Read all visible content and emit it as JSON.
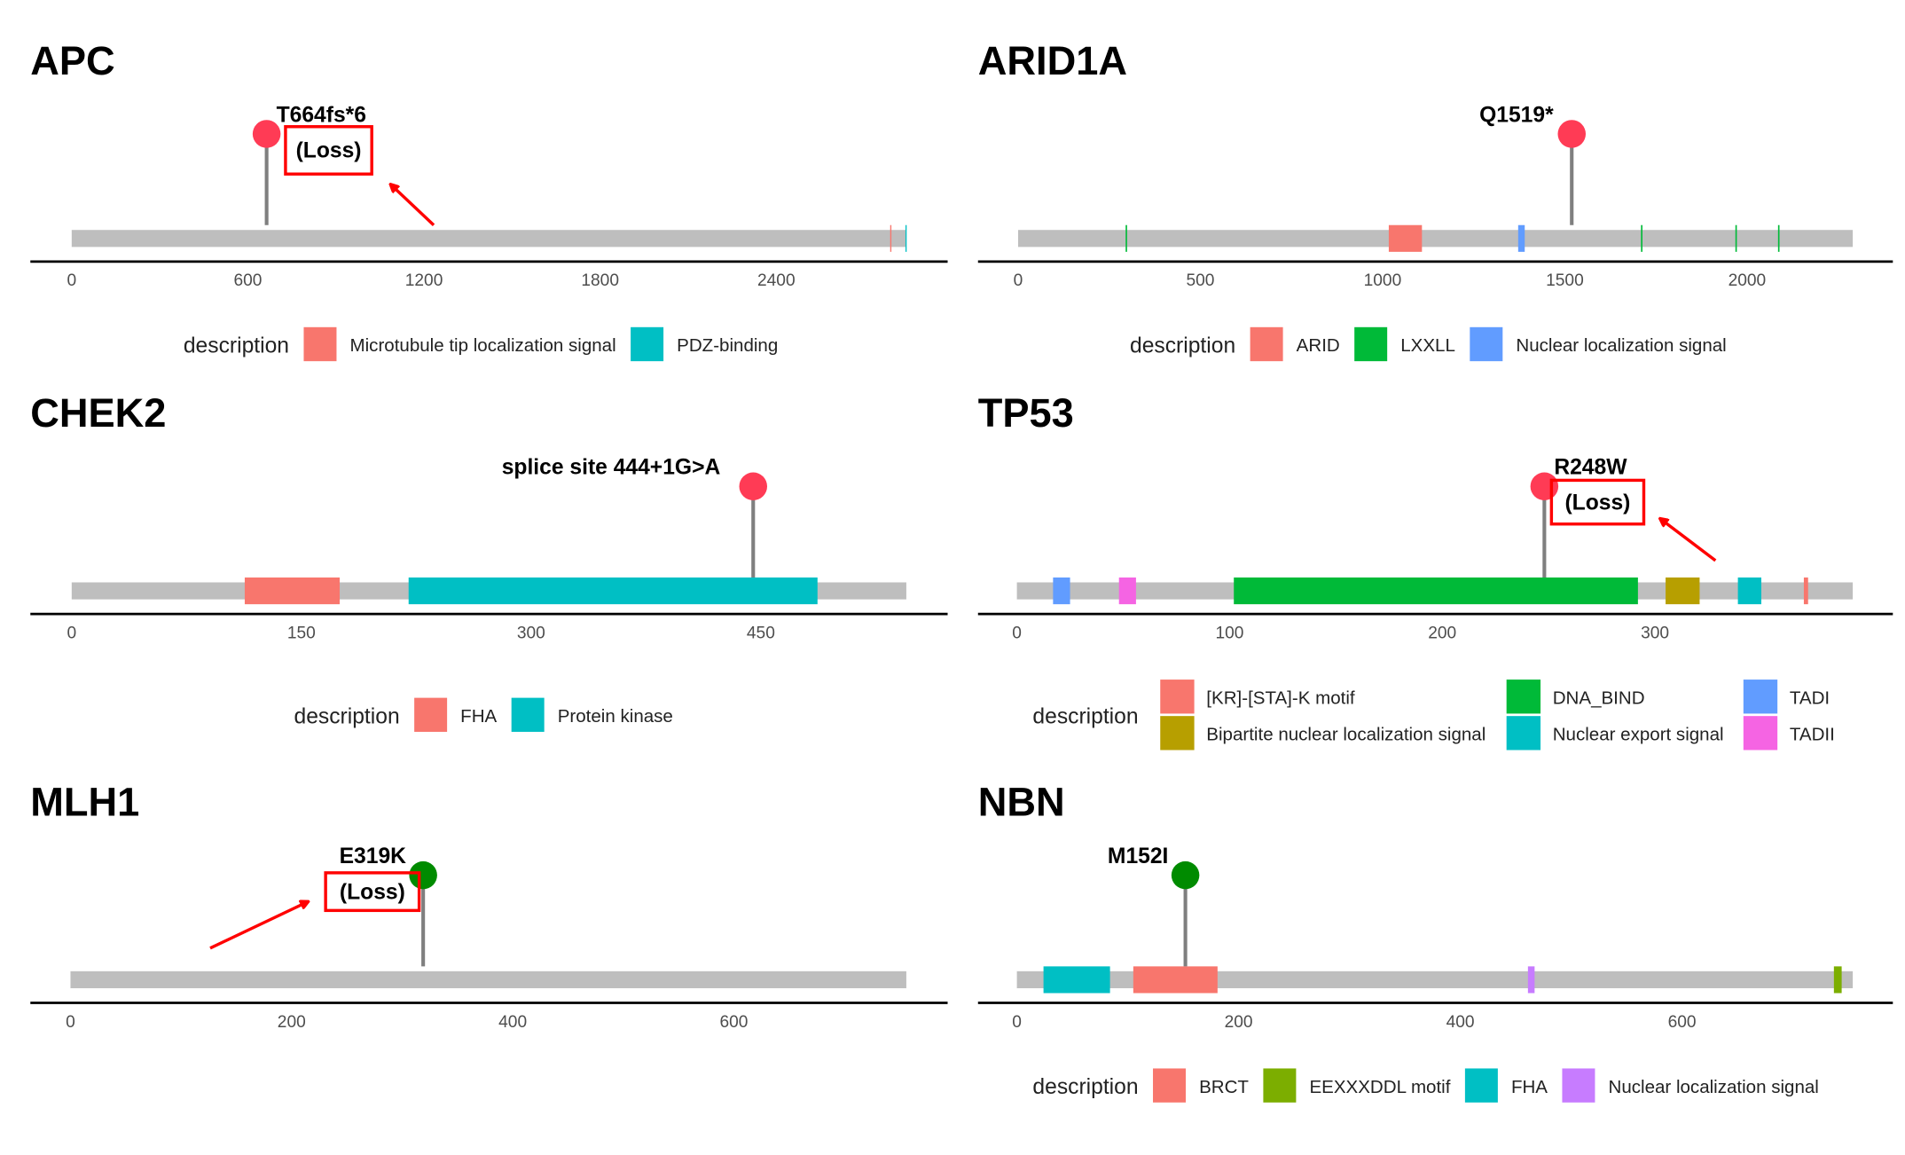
{
  "chart_data": [
    {
      "type": "lollipop",
      "title": "APC",
      "length": 2843,
      "ticks": [
        0,
        600,
        1200,
        1800,
        2400
      ],
      "legend_title": "description",
      "legend": [
        {
          "name": "Microtubule tip localization signal",
          "color": "#F8766D"
        },
        {
          "name": "PDZ-binding",
          "color": "#00BFC4"
        }
      ],
      "domains": [
        {
          "name": "Microtubule tip localization signal",
          "start": 2788,
          "end": 2791
        },
        {
          "name": "PDZ-binding",
          "start": 2840,
          "end": 2843
        }
      ],
      "mutation": {
        "label": "T664fs*6",
        "annotation": "(Loss)",
        "position": 664,
        "color": "#FF3B55"
      }
    },
    {
      "type": "lollipop",
      "title": "ARID1A",
      "length": 2290,
      "ticks": [
        0,
        500,
        1000,
        1500,
        2000
      ],
      "legend_title": "description",
      "legend": [
        {
          "name": "ARID",
          "color": "#F8766D"
        },
        {
          "name": "LXXLL",
          "color": "#00BA38"
        },
        {
          "name": "Nuclear localization signal",
          "color": "#619CFF"
        }
      ],
      "domains": [
        {
          "name": "ARID",
          "start": 1017,
          "end": 1108
        },
        {
          "name": "LXXLL",
          "start": 295,
          "end": 299
        },
        {
          "name": "Nuclear localization signal",
          "start": 1372,
          "end": 1390
        },
        {
          "name": "LXXLL",
          "start": 1709,
          "end": 1713
        },
        {
          "name": "LXXLL",
          "start": 1968,
          "end": 1972
        },
        {
          "name": "LXXLL",
          "start": 2085,
          "end": 2089
        }
      ],
      "mutation": {
        "label": "Q1519*",
        "annotation": null,
        "position": 1519,
        "color": "#FF3B55"
      }
    },
    {
      "type": "lollipop",
      "title": "CHEK2",
      "length": 545,
      "ticks": [
        0,
        150,
        300,
        450
      ],
      "legend_title": "description",
      "legend": [
        {
          "name": "FHA",
          "color": "#F8766D"
        },
        {
          "name": "Protein kinase",
          "color": "#00BFC4"
        }
      ],
      "domains": [
        {
          "name": "FHA",
          "start": 113,
          "end": 175
        },
        {
          "name": "Protein kinase",
          "start": 220,
          "end": 487
        }
      ],
      "mutation": {
        "label": "splice site 444+1G>A",
        "annotation": null,
        "position": 445,
        "color": "#FF3B55"
      }
    },
    {
      "type": "lollipop",
      "title": "TP53",
      "length": 393,
      "ticks": [
        0,
        100,
        200,
        300
      ],
      "legend_title": "description",
      "legend": [
        {
          "name": "[KR]-[STA]-K motif",
          "color": "#F8766D"
        },
        {
          "name": "Bipartite nuclear localization signal",
          "color": "#B79F00"
        },
        {
          "name": "DNA_BIND",
          "color": "#00BA38"
        },
        {
          "name": "Nuclear export signal",
          "color": "#00BFC4"
        },
        {
          "name": "TADI",
          "color": "#619CFF"
        },
        {
          "name": "TADII",
          "color": "#F564E3"
        }
      ],
      "domains": [
        {
          "name": "TADI",
          "start": 17,
          "end": 25
        },
        {
          "name": "TADII",
          "start": 48,
          "end": 56
        },
        {
          "name": "DNA_BIND",
          "start": 102,
          "end": 292
        },
        {
          "name": "Bipartite nuclear localization signal",
          "start": 305,
          "end": 321
        },
        {
          "name": "Nuclear export signal",
          "start": 339,
          "end": 350
        },
        {
          "name": "[KR]-[STA]-K motif",
          "start": 370,
          "end": 372
        }
      ],
      "mutation": {
        "label": "R248W",
        "annotation": "(Loss)",
        "position": 248,
        "color": "#FF3B55"
      }
    },
    {
      "type": "lollipop",
      "title": "MLH1",
      "length": 756,
      "ticks": [
        0,
        200,
        400,
        600
      ],
      "legend_title": null,
      "legend": [],
      "domains": [],
      "mutation": {
        "label": "E319K",
        "annotation": "(Loss)",
        "position": 319,
        "color": "#008B00"
      }
    },
    {
      "type": "lollipop",
      "title": "NBN",
      "length": 754,
      "ticks": [
        0,
        200,
        400,
        600
      ],
      "legend_title": "description",
      "legend": [
        {
          "name": "BRCT",
          "color": "#F8766D"
        },
        {
          "name": "EEXXXDDL motif",
          "color": "#7CAE00"
        },
        {
          "name": "FHA",
          "color": "#00BFC4"
        },
        {
          "name": "Nuclear localization signal",
          "color": "#C77CFF"
        }
      ],
      "domains": [
        {
          "name": "FHA",
          "start": 24,
          "end": 84
        },
        {
          "name": "BRCT",
          "start": 105,
          "end": 181
        },
        {
          "name": "Nuclear localization signal",
          "start": 461,
          "end": 467
        },
        {
          "name": "EEXXXDDL motif",
          "start": 737,
          "end": 744
        }
      ],
      "mutation": {
        "label": "M152I",
        "annotation": null,
        "position": 152,
        "color": "#008B00"
      }
    }
  ]
}
